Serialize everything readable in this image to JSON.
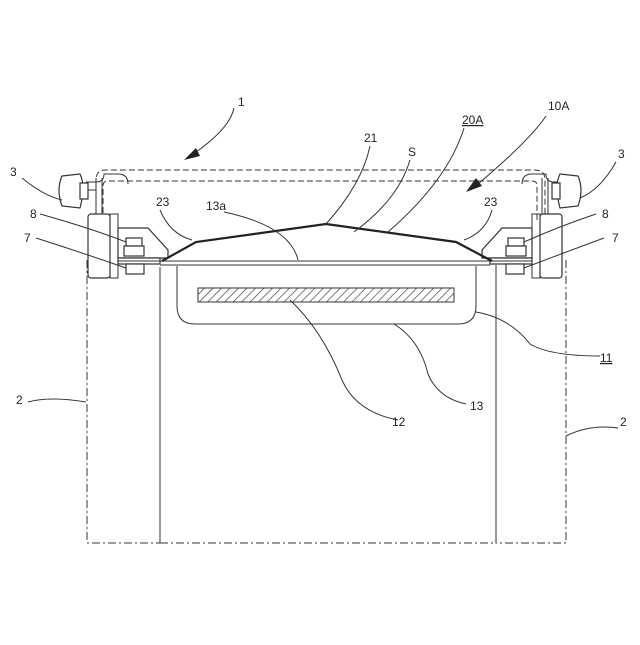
{
  "labels": {
    "device": "1",
    "box": "2",
    "knob": "3",
    "bolt": "7",
    "bracket": "8",
    "unit": "10A",
    "tray_assembly": "11",
    "heater": "12",
    "tray": "13",
    "tray_edge": "13a",
    "cover_assembly": "20A",
    "cover": "21",
    "cover_flange": "23",
    "space": "S"
  },
  "colors": {
    "line": "#333333",
    "hatch": "#444444",
    "background": "#ffffff"
  }
}
